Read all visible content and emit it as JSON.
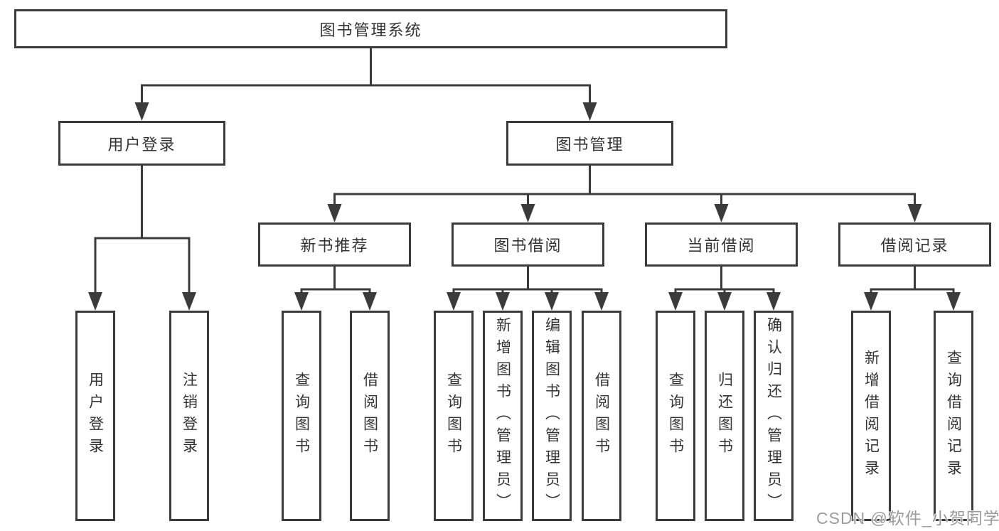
{
  "title": "图书管理系统",
  "tree": {
    "root": "图书管理系统",
    "user_login": {
      "label": "用户登录",
      "children": [
        "用户登录",
        "注销登录"
      ]
    },
    "book_mgmt": {
      "label": "图书管理",
      "sections": {
        "new_book_rec": {
          "label": "新书推荐",
          "children": [
            "查询图书",
            "借阅图书"
          ]
        },
        "book_borrow": {
          "label": "图书借阅",
          "children": [
            "查询图书",
            "新增图书（管理员）",
            "编辑图书（管理员）",
            "借阅图书"
          ]
        },
        "current_borrow": {
          "label": "当前借阅",
          "children": [
            "查询图书",
            "归还图书",
            "确认归还（管理员）"
          ]
        },
        "borrow_record": {
          "label": "借阅记录",
          "children": [
            "新增借阅记录",
            "查询借阅记录"
          ]
        }
      }
    }
  },
  "watermark": "CSDN @软件_小贺同学",
  "colors": {
    "line": "#3b3b3b",
    "text": "#333333",
    "background": "#ffffff",
    "watermark": "#9b9b9b"
  }
}
